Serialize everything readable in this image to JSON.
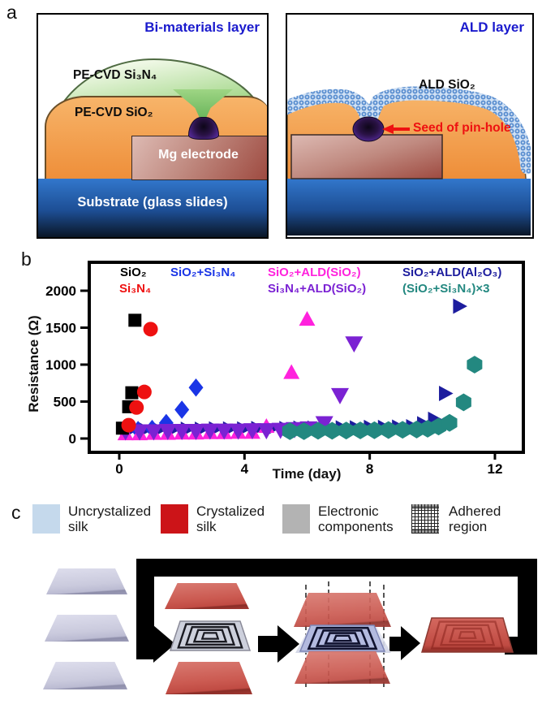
{
  "figure": {
    "panel_a_label": "a",
    "panel_b_label": "b",
    "panel_c_label": "c"
  },
  "panel_a": {
    "left": {
      "title": "Bi-materials layer",
      "nitride_label": "PE-CVD Si₃N₄",
      "oxide_label": "PE-CVD SiO₂",
      "electrode_label": "Mg electrode",
      "substrate_label": "Substrate (glass slides)"
    },
    "right": {
      "title": "ALD layer",
      "ald_label": "ALD SiO₂",
      "seed_label": "Seed of pin-hole"
    },
    "colors": {
      "title_blue": "#1a1acd",
      "seed_red": "#ee1111",
      "oxide_orange": "#ee8d38",
      "nitride_green": "#74bf60",
      "substrate_blue": "#1d4e94"
    }
  },
  "chart_data": {
    "type": "scatter",
    "title": "",
    "xlabel": "Time (day)",
    "ylabel": "Resistance (Ω)",
    "xlim": [
      -1,
      13
    ],
    "ylim": [
      -200,
      2400
    ],
    "xticks": [
      0,
      4,
      8,
      12
    ],
    "yticks": [
      0,
      500,
      1000,
      1500,
      2000
    ],
    "grid": false,
    "legend_position": "top-inside",
    "draw_order": [
      5,
      2,
      3,
      4,
      6,
      0,
      1
    ],
    "series": [
      {
        "name": "SiO2",
        "label": "SiO₂",
        "marker": "square",
        "color": "#000000",
        "size": 8,
        "points": [
          [
            0.1,
            140
          ],
          [
            0.3,
            430
          ],
          [
            0.4,
            620
          ],
          [
            0.5,
            1600
          ]
        ]
      },
      {
        "name": "Si3N4",
        "label": "Si₃N₄",
        "marker": "circle",
        "color": "#ee1111",
        "size": 9,
        "points": [
          [
            0.3,
            180
          ],
          [
            0.55,
            420
          ],
          [
            0.8,
            630
          ],
          [
            1.0,
            1480
          ]
        ]
      },
      {
        "name": "SiO2+Si3N4",
        "label": "SiO₂+Si₃N₄",
        "marker": "diamond",
        "color": "#1a35e6",
        "size": 9,
        "points": [
          [
            0.15,
            110
          ],
          [
            0.6,
            115
          ],
          [
            1.05,
            130
          ],
          [
            1.5,
            210
          ],
          [
            2.0,
            390
          ],
          [
            2.45,
            690
          ]
        ]
      },
      {
        "name": "SiO2+ALD(SiO2)",
        "label": "SiO₂+ALD(SiO₂)",
        "marker": "triangle-up",
        "color": "#ff22dd",
        "size": 9.5,
        "points": [
          [
            0.2,
            60
          ],
          [
            0.65,
            60
          ],
          [
            1.1,
            65
          ],
          [
            1.55,
            65
          ],
          [
            2.0,
            70
          ],
          [
            2.45,
            70
          ],
          [
            2.9,
            75
          ],
          [
            3.35,
            75
          ],
          [
            3.8,
            80
          ],
          [
            4.25,
            80
          ],
          [
            4.7,
            160
          ],
          [
            5.5,
            890
          ],
          [
            6.0,
            1610
          ]
        ]
      },
      {
        "name": "Si3N4+ALD(SiO2)",
        "label": "Si₃N₄+ALD(SiO₂)",
        "marker": "triangle-down",
        "color": "#7b22d3",
        "size": 10.5,
        "points": [
          [
            0.2,
            100
          ],
          [
            0.65,
            100
          ],
          [
            1.1,
            100
          ],
          [
            1.55,
            105
          ],
          [
            2.0,
            105
          ],
          [
            2.45,
            105
          ],
          [
            2.9,
            110
          ],
          [
            3.35,
            110
          ],
          [
            3.8,
            110
          ],
          [
            4.25,
            115
          ],
          [
            4.7,
            115
          ],
          [
            5.15,
            120
          ],
          [
            5.6,
            130
          ],
          [
            6.05,
            140
          ],
          [
            6.55,
            210
          ],
          [
            7.05,
            590
          ],
          [
            7.5,
            1290
          ]
        ]
      },
      {
        "name": "SiO2+ALD(Al2O3)",
        "label": "SiO₂+ALD(Al₂O₃)",
        "marker": "triangle-right",
        "color": "#1d1d9e",
        "size": 9,
        "points": [
          [
            0.35,
            120
          ],
          [
            0.8,
            120
          ],
          [
            1.25,
            120
          ],
          [
            1.7,
            125
          ],
          [
            2.15,
            125
          ],
          [
            2.6,
            125
          ],
          [
            3.05,
            130
          ],
          [
            3.5,
            130
          ],
          [
            3.95,
            130
          ],
          [
            4.4,
            135
          ],
          [
            4.85,
            135
          ],
          [
            5.3,
            135
          ],
          [
            5.75,
            140
          ],
          [
            6.2,
            140
          ],
          [
            6.65,
            140
          ],
          [
            7.1,
            145
          ],
          [
            7.55,
            145
          ],
          [
            8.0,
            150
          ],
          [
            8.45,
            150
          ],
          [
            8.9,
            155
          ],
          [
            9.35,
            160
          ],
          [
            9.7,
            200
          ],
          [
            10.05,
            260
          ],
          [
            10.4,
            610
          ],
          [
            10.85,
            1790
          ]
        ]
      },
      {
        "name": "(SiO2+Si3N4)x3",
        "label": "(SiO₂+Si₃N₄)×3",
        "marker": "hexagon",
        "color": "#238880",
        "size": 9.5,
        "points": [
          [
            5.45,
            100
          ],
          [
            5.9,
            100
          ],
          [
            6.35,
            105
          ],
          [
            6.8,
            105
          ],
          [
            7.25,
            108
          ],
          [
            7.7,
            110
          ],
          [
            8.15,
            112
          ],
          [
            8.6,
            115
          ],
          [
            9.05,
            118
          ],
          [
            9.5,
            122
          ],
          [
            9.85,
            132
          ],
          [
            10.2,
            162
          ],
          [
            10.55,
            212
          ],
          [
            11.0,
            490
          ],
          [
            11.35,
            1000
          ]
        ]
      }
    ]
  },
  "panel_c": {
    "legend": [
      {
        "line1": "Uncrystalized",
        "line2": "silk",
        "color": "#c5d9ec",
        "pattern": "solid"
      },
      {
        "line1": "Crystalized",
        "line2": "silk",
        "color": "#cc1418",
        "pattern": "solid"
      },
      {
        "line1": "Electronic",
        "line2": "components",
        "color": "#b3b3b3",
        "pattern": "solid"
      },
      {
        "line1": "Adhered",
        "line2": "region",
        "color": "#ffffff",
        "pattern": "crosshatch"
      }
    ]
  }
}
